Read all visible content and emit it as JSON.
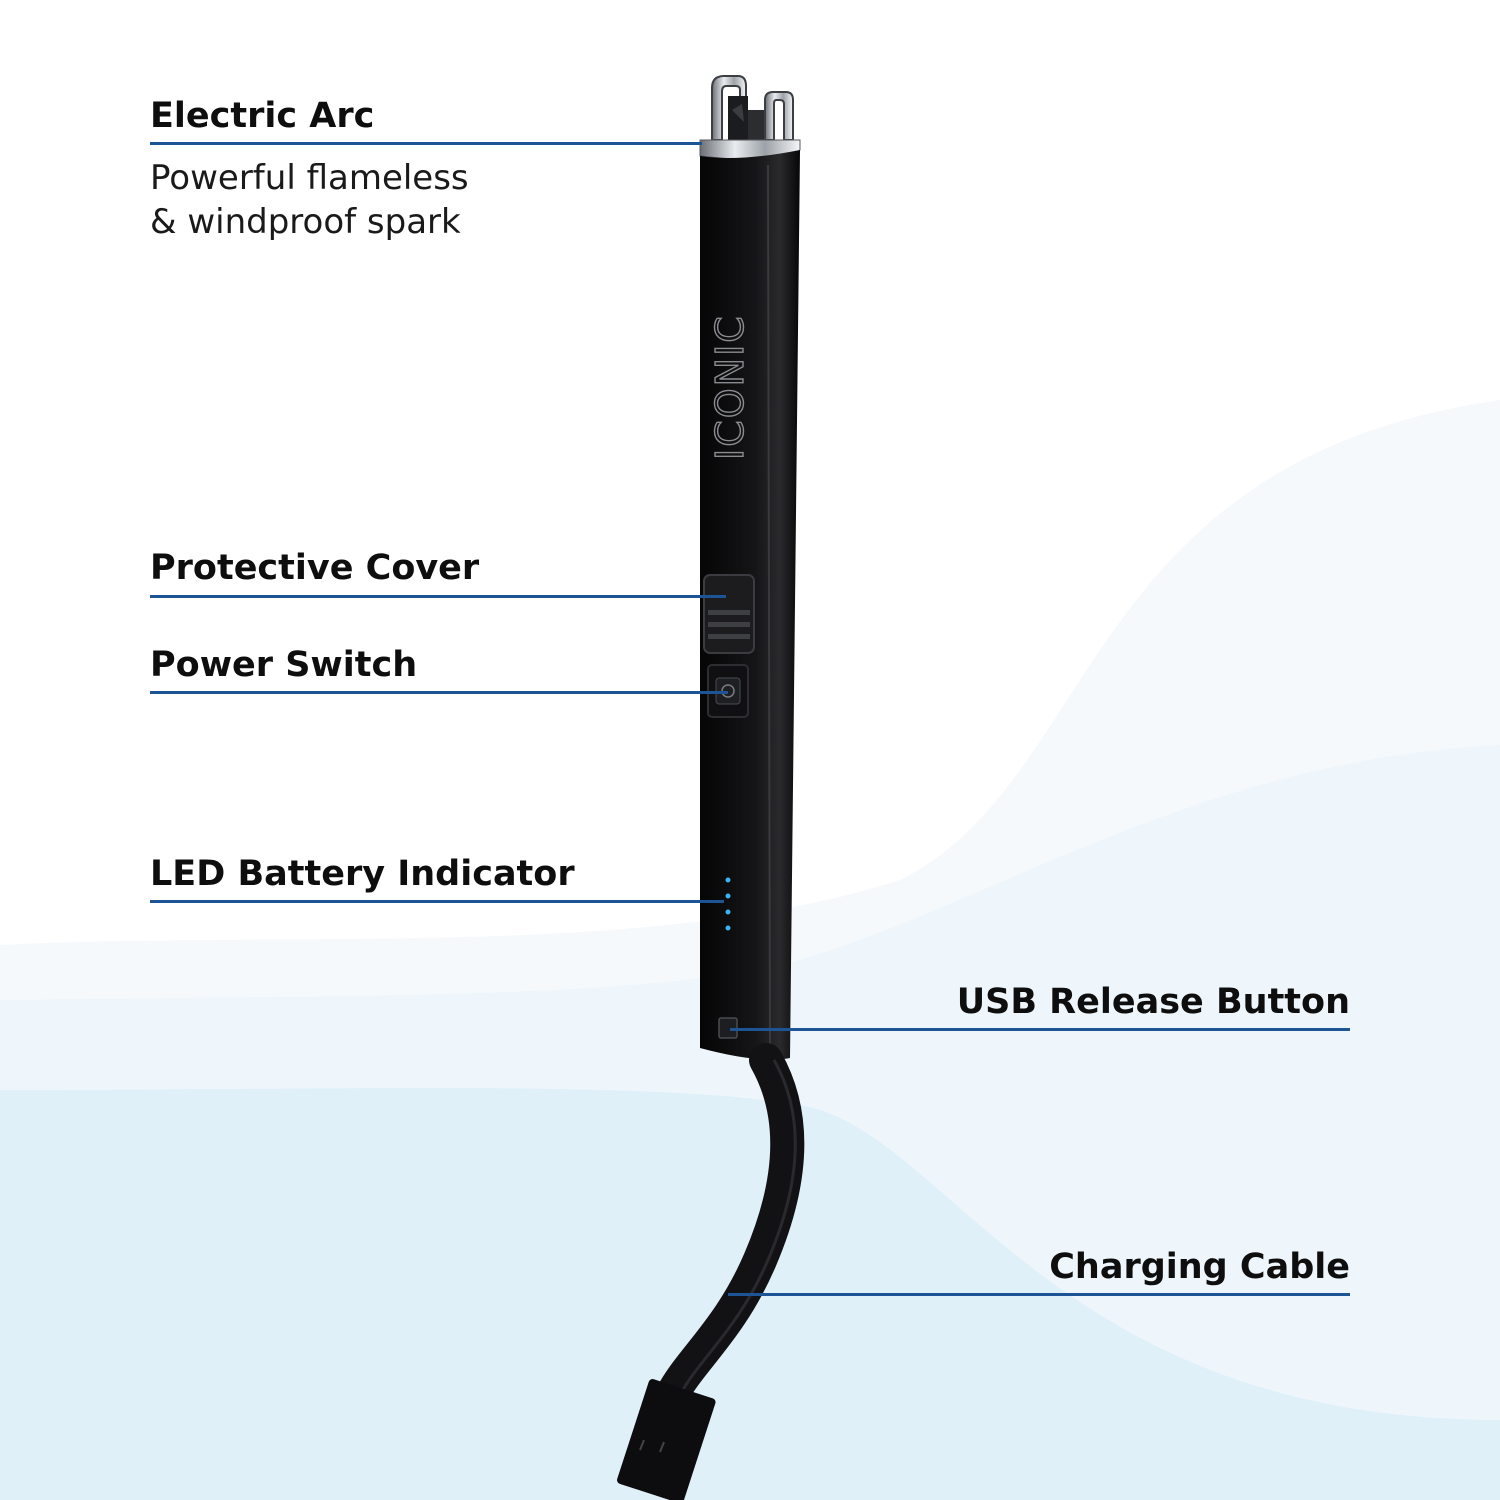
{
  "brand": {
    "logo_text": "ICONIC"
  },
  "colors": {
    "callout_line": "#1c5496",
    "led": "#3ab4f2",
    "body": "#0c0c0d",
    "background_wave": "#dff0f9"
  },
  "callouts": [
    {
      "id": "electric-arc",
      "title": "Electric Arc",
      "description": [
        "Powerful flameless",
        "& windproof spark"
      ]
    },
    {
      "id": "protective-cover",
      "title": "Protective Cover"
    },
    {
      "id": "power-switch",
      "title": "Power Switch"
    },
    {
      "id": "led-battery-indicator",
      "title": "LED Battery Indicator"
    },
    {
      "id": "usb-release-button",
      "title": "USB Release Button"
    },
    {
      "id": "charging-cable",
      "title": "Charging Cable"
    }
  ]
}
